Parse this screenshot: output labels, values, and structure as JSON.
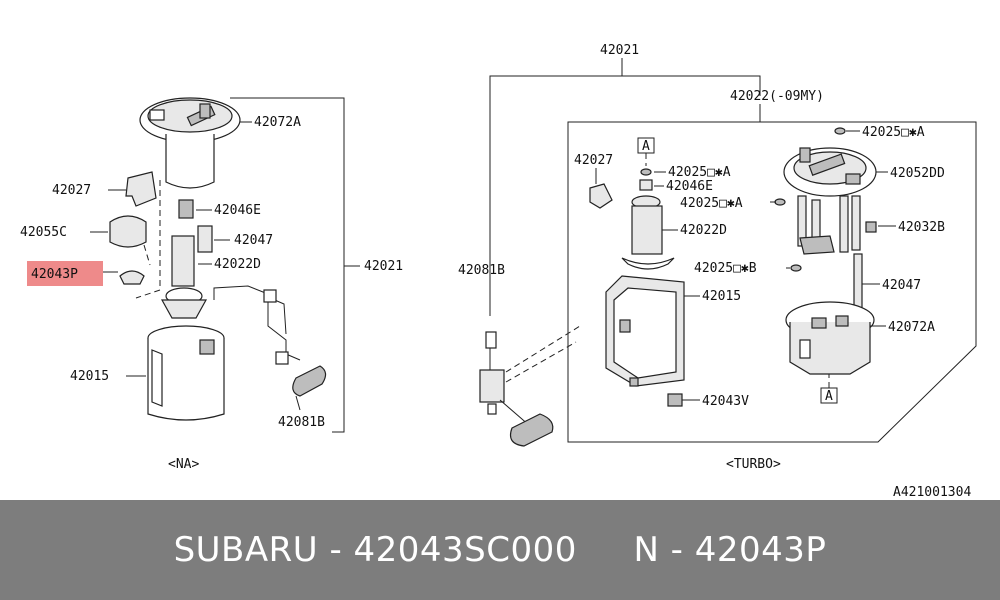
{
  "diagram": {
    "left": {
      "labels": {
        "l42072A": "42072A",
        "l42027": "42027",
        "l42046E": "42046E",
        "l42055C": "42055C",
        "l42047": "42047",
        "l42043P": "42043P",
        "l42022D": "42022D",
        "l42021": "42021",
        "l42015": "42015",
        "l42081B": "42081B"
      },
      "caption": "<NA>"
    },
    "right": {
      "labels": {
        "l42021": "42021",
        "l42022": "42022(-09MY)",
        "l42027": "42027",
        "l42025a1": "42025□✱A",
        "l42046E": "42046E",
        "l42025a2": "42025□✱A",
        "l42022D": "42022D",
        "l42025b": "42025□✱B",
        "l42081B": "42081B",
        "l42015": "42015",
        "l42043V": "42043V",
        "l42025a3": "42025□✱A",
        "l42052DD": "42052DD",
        "l42032B": "42032B",
        "l42047": "42047",
        "l42072A": "42072A",
        "boxA1": "A",
        "boxA2": "A"
      },
      "caption": "<TURBO>"
    },
    "ref_code": "A421001304",
    "highlight_color": "#ee8a8a"
  },
  "footer": {
    "text": "SUBARU - 42043SC000     N - 42043P",
    "background": "#7d7d7d"
  }
}
